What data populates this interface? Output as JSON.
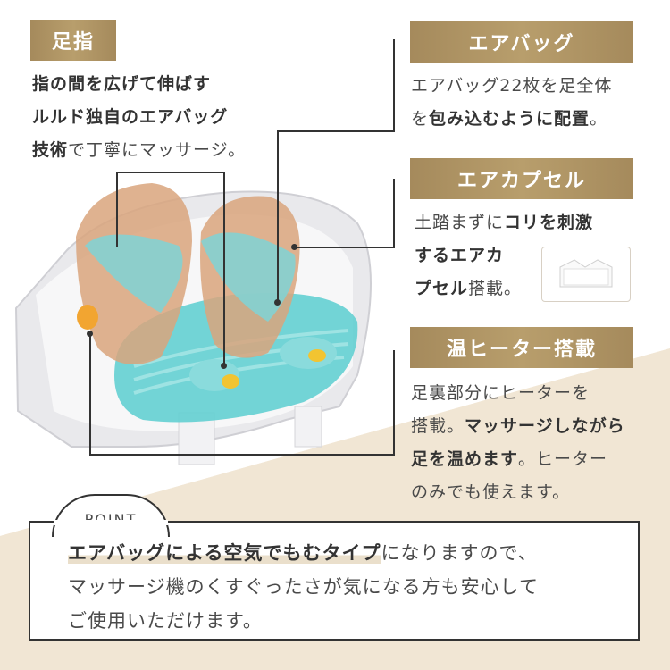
{
  "toes": {
    "title": "足指",
    "lines": [
      {
        "bold": "指の間を広げて伸ばす",
        "normal": ""
      },
      {
        "bold": "ルルド独自のエアバッグ",
        "normal": ""
      },
      {
        "bold": "技術",
        "normal": "で丁寧にマッサージ。"
      }
    ]
  },
  "airbag": {
    "title": "エアバッグ",
    "line1": "エアバッグ22枚を足全体",
    "line2_normal": "を",
    "line2_bold": "包み込むように配置",
    "line2_end": "。"
  },
  "capsule": {
    "title": "エアカプセル",
    "line1_normal": "土踏まずに",
    "line1_bold": "コリを刺激",
    "line2_bold": "するエアカ",
    "line3_bold": "プセル",
    "line3_normal": "搭載。"
  },
  "heater": {
    "title": "温ヒーター搭載",
    "line1": "足裏部分にヒーターを",
    "line2_normal": "搭載。",
    "line2_bold": "マッサージしながら",
    "line3_bold": "足を温めます",
    "line3_normal": "。ヒーター",
    "line4": "のみでも使えます。"
  },
  "point": {
    "tab": "POINT",
    "highlight": "エアバッグによる空気でもむタイプ",
    "rest1": "になりますので、",
    "line2": "マッサージ機のくすぐったさが気になる方も安心して",
    "line3": "ご使用いただけます。"
  },
  "colors": {
    "label_bg": "#a58a5c",
    "background": "#f4ebdc",
    "device_teal": "#5cc9cc"
  }
}
